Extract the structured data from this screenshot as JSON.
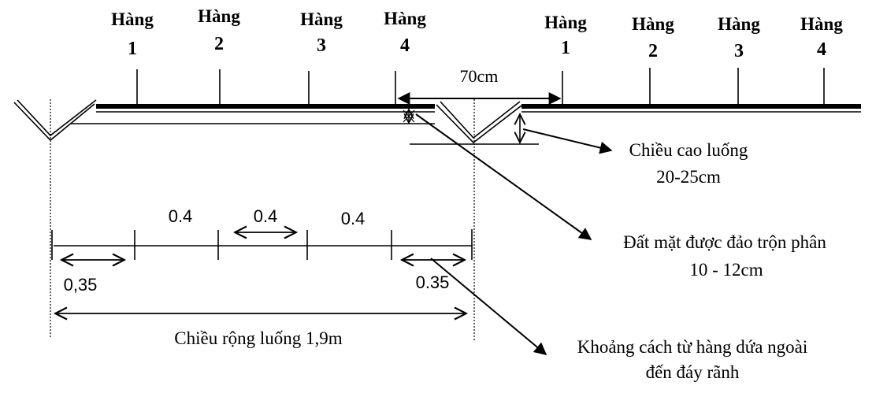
{
  "colors": {
    "ink": "#000000",
    "background": "#ffffff"
  },
  "left_bed": {
    "rows": [
      {
        "label": "Hàng",
        "number": "1"
      },
      {
        "label": "Hàng",
        "number": "2"
      },
      {
        "label": "Hàng",
        "number": "3"
      },
      {
        "label": "Hàng",
        "number": "4"
      }
    ]
  },
  "right_bed": {
    "rows": [
      {
        "label": "Hàng",
        "number": "1"
      },
      {
        "label": "Hàng",
        "number": "2"
      },
      {
        "label": "Hàng",
        "number": "3"
      },
      {
        "label": "Hàng",
        "number": "4"
      }
    ]
  },
  "furrow_gap_label": "70cm",
  "spacings": {
    "outer_left": "0,35",
    "inner_1": "0.4",
    "inner_2": "0.4",
    "inner_3": "0.4",
    "outer_right": "0.35"
  },
  "bed_width_label": "Chiều rộng luống 1,9m",
  "annotations": {
    "bed_height": {
      "line1": "Chiều cao luống",
      "line2": "20-25cm"
    },
    "topsoil": {
      "line1": "Đất mặt được đảo trộn phân",
      "line2": "10 - 12cm"
    },
    "edge_distance": {
      "line1": "Khoảng cách từ hàng dứa ngoài",
      "line2": "đến đáy rãnh"
    }
  }
}
